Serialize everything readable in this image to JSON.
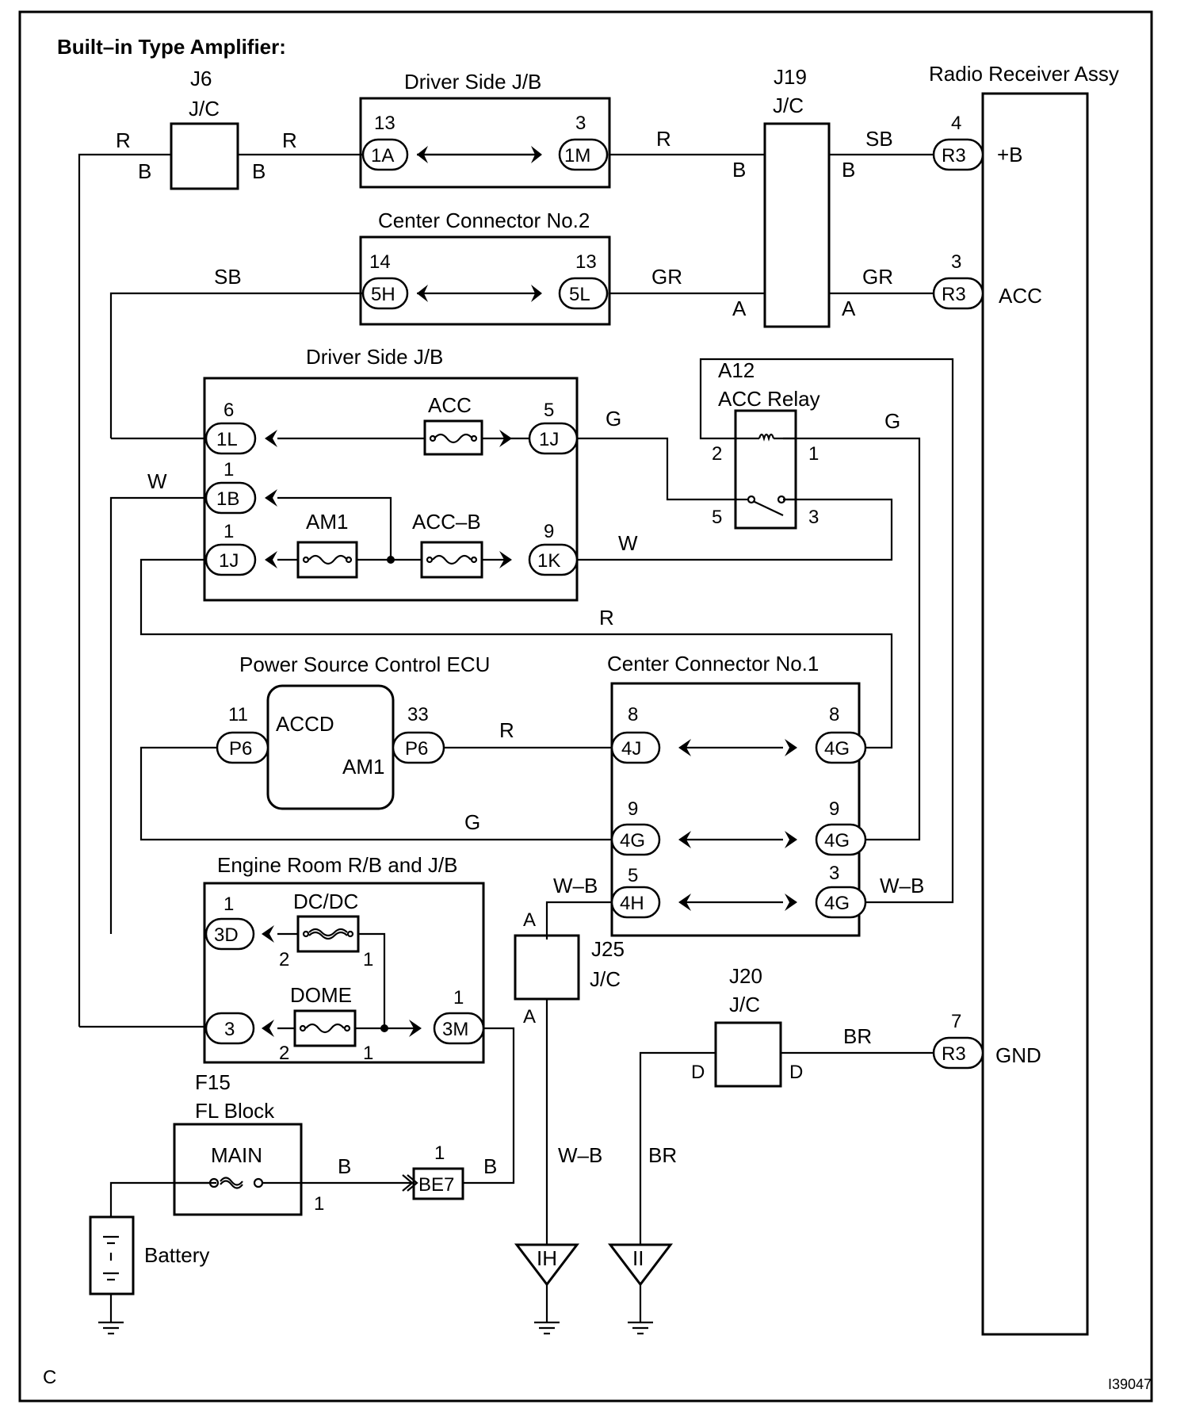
{
  "title": "Built–in Type Amplifier:",
  "figure_code": "I39047",
  "corner_label": "C",
  "components": {
    "j6": {
      "id": "J6",
      "type": "J/C"
    },
    "driver_jb_top": {
      "name": "Driver Side J/B",
      "pin_left_num": "13",
      "pin_left": "1A",
      "pin_right_num": "3",
      "pin_right": "1M"
    },
    "j19": {
      "id": "J19",
      "type": "J/C"
    },
    "radio": {
      "name": "Radio Receiver Assy",
      "pin_b_num": "4",
      "pin_b": "R3",
      "pin_b_label": "+B",
      "pin_acc_num": "3",
      "pin_acc": "R3",
      "pin_acc_label": "ACC",
      "pin_gnd_num": "7",
      "pin_gnd": "R3",
      "pin_gnd_label": "GND"
    },
    "center_conn2": {
      "name": "Center Connector No.2",
      "pin_left_num": "14",
      "pin_left": "5H",
      "pin_right_num": "13",
      "pin_right": "5L"
    },
    "driver_jb_mid": {
      "name": "Driver Side J/B",
      "p1l_num": "6",
      "p1l": "1L",
      "acc_fuse": "ACC",
      "p1j_num": "5",
      "p1j": "1J",
      "p1b_num": "1",
      "p1b": "1B",
      "p1j2_num": "1",
      "p1j2": "1J",
      "am1_fuse": "AM1",
      "accb_fuse": "ACC–B",
      "p1k_num": "9",
      "p1k": "1K"
    },
    "acc_relay": {
      "id": "A12",
      "name": "ACC Relay",
      "pin2": "2",
      "pin1": "1",
      "pin5": "5",
      "pin3": "3"
    },
    "ecu": {
      "name": "Power Source Control ECU",
      "left_num": "11",
      "left_pin": "P6",
      "right_num": "33",
      "right_pin": "P6",
      "accd": "ACCD",
      "am1": "AM1"
    },
    "center_conn1": {
      "name": "Center Connector No.1",
      "r1l_num": "8",
      "r1l": "4J",
      "r1r_num": "8",
      "r1r": "4G",
      "r2l_num": "9",
      "r2l": "4G",
      "r2r_num": "9",
      "r2r": "4G",
      "r3l_num": "5",
      "r3l": "4H",
      "r3r_num": "3",
      "r3r": "4G"
    },
    "engine_rb": {
      "name": "Engine Room R/B and J/B",
      "p3d_num": "1",
      "p3d": "3D",
      "dcdc": "DC/DC",
      "dcdc_l": "2",
      "dcdc_r": "1",
      "dome": "DOME",
      "dome_l": "2",
      "dome_r": "1",
      "p3": "3",
      "p3m_num": "1",
      "p3m": "3M"
    },
    "f15": {
      "id": "F15",
      "name": "FL Block",
      "fuse": "MAIN",
      "pin": "1"
    },
    "be7": {
      "num": "1",
      "pin": "BE7"
    },
    "battery": {
      "name": "Battery"
    },
    "j25": {
      "id": "J25",
      "type": "J/C",
      "top": "A",
      "bottom": "A"
    },
    "j20": {
      "id": "J20",
      "type": "J/C",
      "left": "D",
      "right": "D"
    },
    "ground_ih": {
      "label": "IH"
    },
    "ground_ii": {
      "label": "II"
    }
  },
  "wires": {
    "r_top_left": "R",
    "b_top_left": "B",
    "r_j6_right": "R",
    "b_j6_right": "B",
    "r_1m": "R",
    "b_j19_left": "B",
    "b_j19_right": "B",
    "sb_radio": "SB",
    "sb_5h": "SB",
    "gr_5l": "GR",
    "a_j19_left": "A",
    "a_j19_right": "A",
    "gr_radio": "GR",
    "g_1j": "G",
    "g_relay": "G",
    "w_1b": "W",
    "w_1k": "W",
    "r_loop": "R",
    "r_ecu": "R",
    "g_ecu": "G",
    "wb_4h": "W–B",
    "wb_4g": "W–B",
    "br_j20": "BR",
    "b_fl": "B",
    "b_be7": "B",
    "wb_down": "W–B",
    "br_down": "BR"
  }
}
